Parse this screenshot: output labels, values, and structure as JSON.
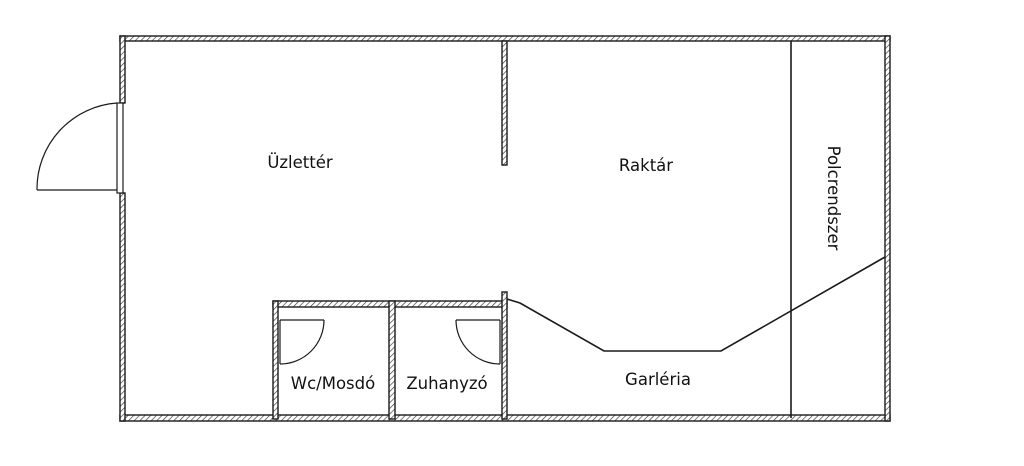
{
  "rooms": {
    "shop": "Üzlettér",
    "storage": "Raktár",
    "shelving": "Polcrendszer",
    "wc": "Wc/Mosdó",
    "shower": "Zuhanyzó",
    "gallery": "Garléria"
  }
}
